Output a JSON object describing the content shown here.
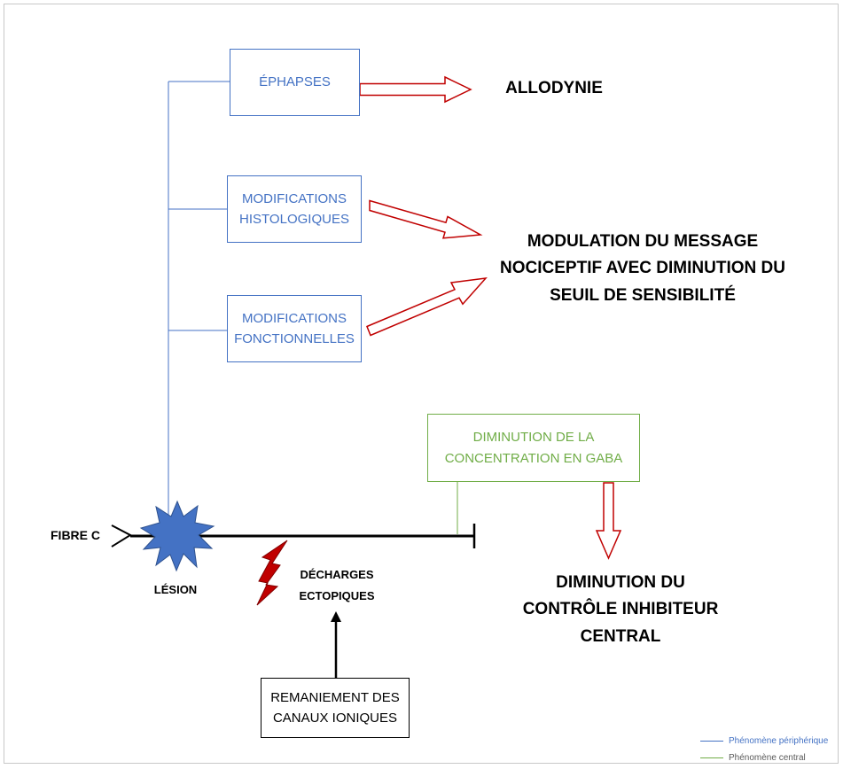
{
  "boxes": {
    "ephapses": "ÉPHAPSES",
    "histo_1": "MODIFICATIONS",
    "histo_2": "HISTOLOGIQUES",
    "fonct_1": "MODIFICATIONS",
    "fonct_2": "FONCTIONNELLES",
    "gaba_1": "DIMINUTION DE LA",
    "gaba_2": "CONCENTRATION EN GABA",
    "canaux_1": "REMANIEMENT DES",
    "canaux_2": "CANAUX IONIQUES"
  },
  "outcomes": {
    "allodynie": "ALLODYNIE",
    "modulation_1": "MODULATION DU MESSAGE",
    "modulation_2": "NOCICEPTIF AVEC DIMINUTION DU",
    "modulation_3": "SEUIL DE SENSIBILITÉ",
    "controle_1": "DIMINUTION DU",
    "controle_2": "CONTRÔLE INHIBITEUR",
    "controle_3": "CENTRAL"
  },
  "fiber": {
    "label": "FIBRE C",
    "lesion": "LÉSION",
    "decharges_1": "DÉCHARGES",
    "decharges_2": "ECTOPIQUES"
  },
  "legend": {
    "peripheral": "Phénomène périphérique",
    "central": "Phénomène central"
  },
  "colors": {
    "peripheral": "#4472c4",
    "central": "#70ad47",
    "arrow": "#c00000",
    "lesion": "#4472c4",
    "lightning": "#c00000"
  }
}
